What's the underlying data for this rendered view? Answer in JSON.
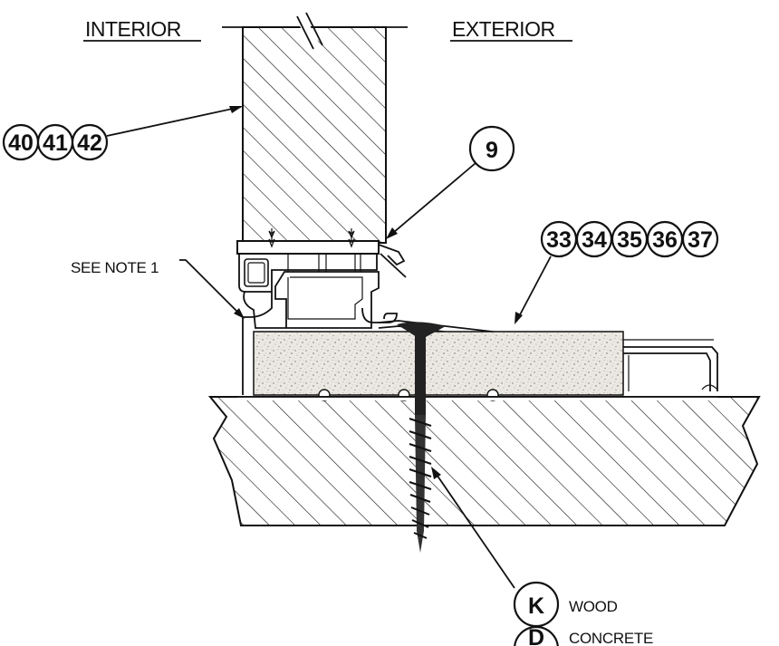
{
  "headings": {
    "interior": "INTERIOR",
    "exterior": "EXTERIOR"
  },
  "callouts": {
    "group_left": [
      "40",
      "41",
      "42"
    ],
    "single": "9",
    "group_right": [
      "33",
      "34",
      "35",
      "36",
      "37"
    ]
  },
  "note": "SEE NOTE 1",
  "fastener_legend": [
    {
      "code": "K",
      "label": "WOOD"
    },
    {
      "code": "D",
      "label": "CONCRETE"
    }
  ]
}
